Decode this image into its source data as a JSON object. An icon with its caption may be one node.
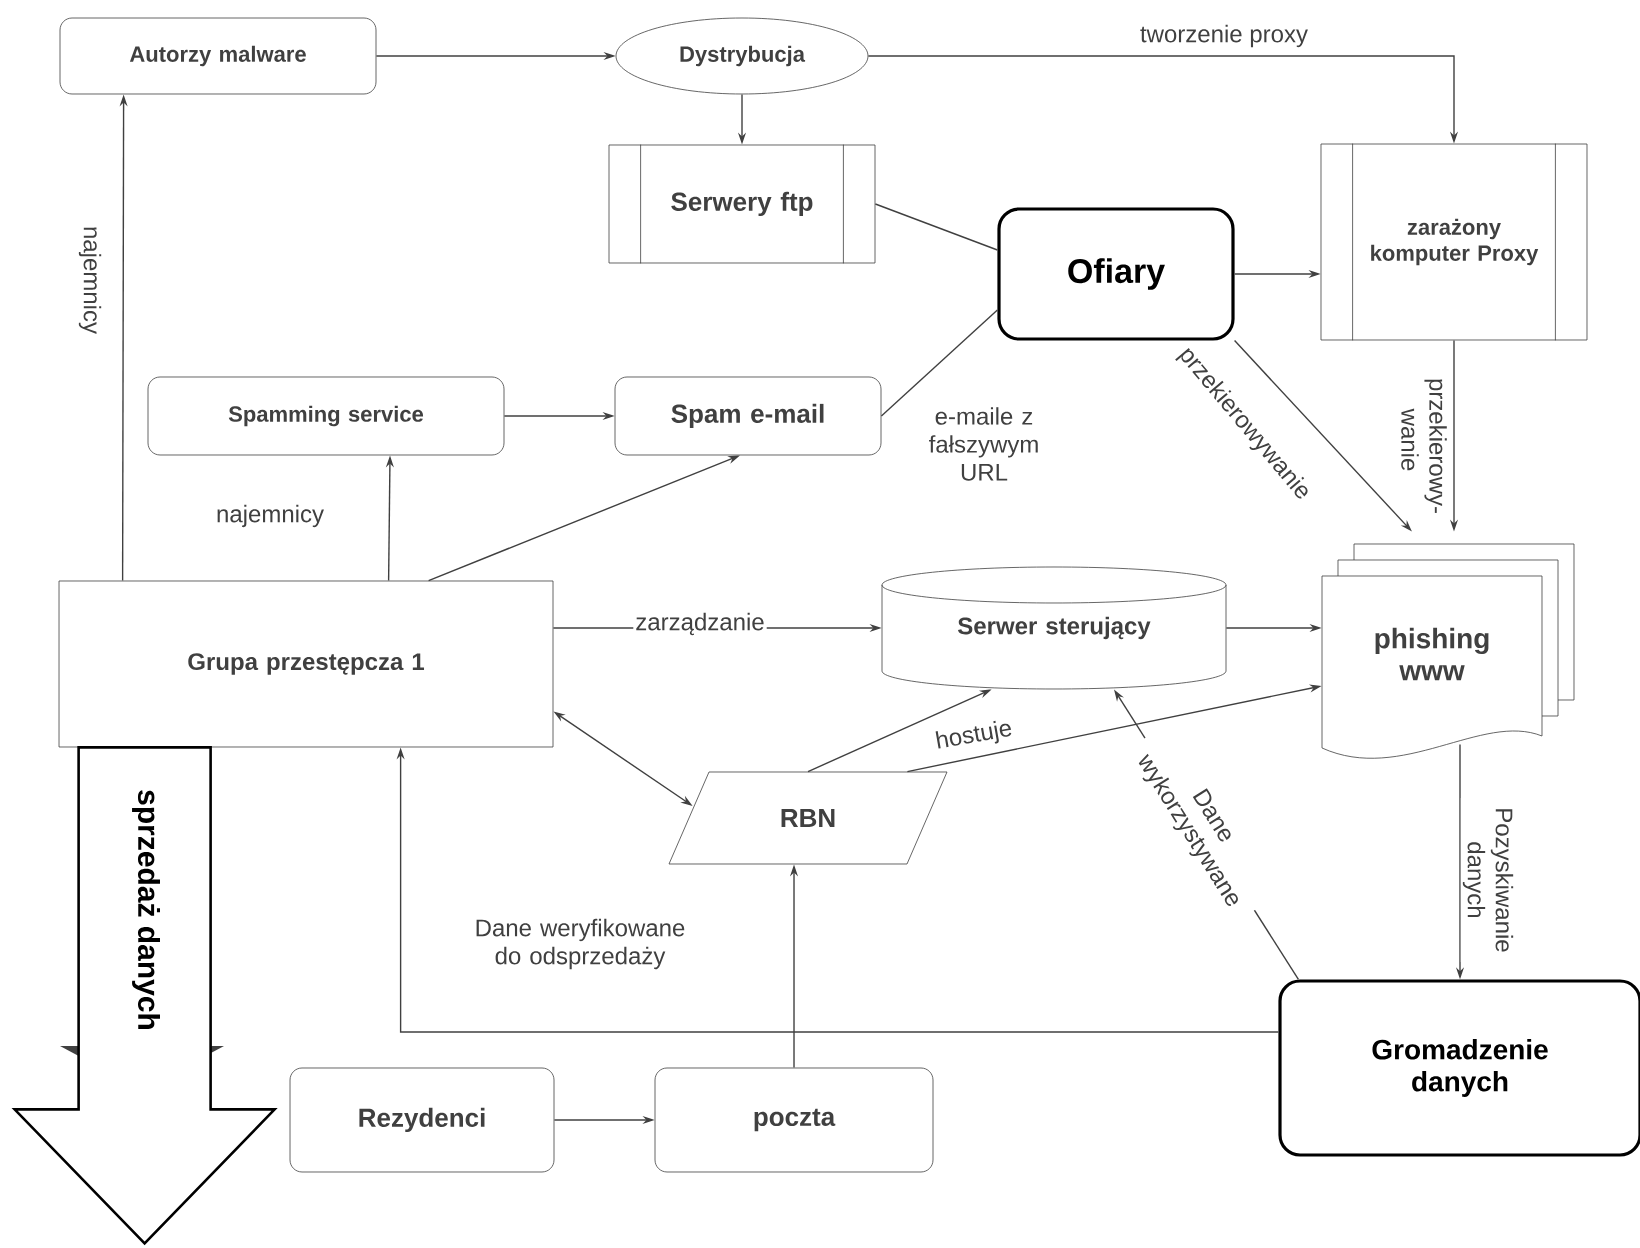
{
  "diagram": {
    "nodes": [
      {
        "text": [
          "Autorzy malware"
        ]
      },
      {
        "text": [
          "Dystrybucja"
        ]
      },
      {
        "text": [
          "Serwery ftp"
        ]
      },
      {
        "text": [
          "Ofiary"
        ]
      },
      {
        "text": [
          "zarażony komputer Proxy"
        ]
      },
      {
        "text": [
          "Spamming service"
        ]
      },
      {
        "text": [
          "Spam e-mail"
        ]
      },
      {
        "text": [
          "Grupa przestępcza 1"
        ]
      },
      {
        "text": [
          "Serwer sterujący"
        ]
      },
      {
        "text": [
          "phishing www"
        ]
      },
      {
        "text": [
          "RBN"
        ]
      },
      {
        "text": [
          "Gromadzenie danych"
        ]
      },
      {
        "text": [
          "Rezydenci"
        ]
      },
      {
        "text": [
          "poczta"
        ]
      }
    ],
    "edges": [
      {
        "from": 0,
        "to": 1,
        "arrow": "to"
      },
      {
        "from": 1,
        "to": 2,
        "arrow": "to"
      },
      {
        "from": 1,
        "to": 4,
        "arrow": "to",
        "label": "tworzenie proxy"
      },
      {
        "from": 2,
        "to": 3,
        "arrow": "none"
      },
      {
        "from": 6,
        "to": 3,
        "arrow": "none",
        "label": "e-maile z fałszywym URL"
      },
      {
        "from": 3,
        "to": 4,
        "arrow": "to"
      },
      {
        "from": 3,
        "to": 9,
        "arrow": "to",
        "label": "przekierowywanie"
      },
      {
        "from": 4,
        "to": 9,
        "arrow": "to",
        "label": "przekierowy- wanie"
      },
      {
        "from": 5,
        "to": 6,
        "arrow": "to"
      },
      {
        "from": 7,
        "to": 0,
        "arrow": "to",
        "label": "najemnicy"
      },
      {
        "from": 7,
        "to": 5,
        "arrow": "to",
        "label": "najemnicy"
      },
      {
        "from": 7,
        "to": 6,
        "arrow": "to"
      },
      {
        "from": 7,
        "to": 8,
        "arrow": "to",
        "label": "zarządzanie"
      },
      {
        "from": 7,
        "to": 10,
        "arrow": "both"
      },
      {
        "from": 10,
        "to": 8,
        "arrow": "to"
      },
      {
        "from": 10,
        "to": 9,
        "arrow": "to",
        "label": "hostuje"
      },
      {
        "from": 8,
        "to": 9,
        "arrow": "to"
      },
      {
        "from": 9,
        "to": 11,
        "arrow": "to",
        "label": "Pozyskiwanie danych"
      },
      {
        "from": 11,
        "to": 8,
        "arrow": "to",
        "label": "Dane wykorzystywane"
      },
      {
        "from": 11,
        "to": 7,
        "arrow": "to",
        "label": "Dane weryfikowane do odsprzedaży"
      },
      {
        "from": 12,
        "to": 13,
        "arrow": "to"
      },
      {
        "from": 13,
        "to": 10,
        "arrow": "to"
      },
      {
        "from": 7,
        "to": null,
        "arrow": "to",
        "label": "sprzedaż danych",
        "style": "thick"
      }
    ]
  }
}
